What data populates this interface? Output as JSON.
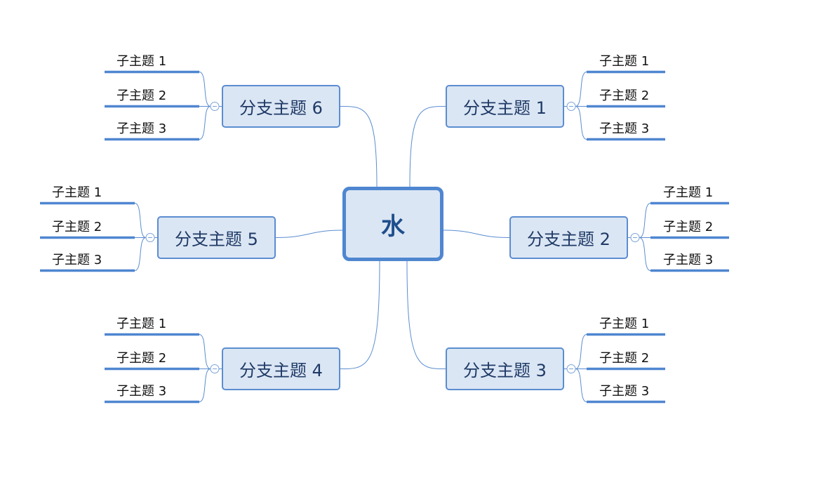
{
  "central_topic": "水",
  "branches": [
    {
      "label": "分支主题 1",
      "children": [
        "子主题 1",
        "子主题 2",
        "子主题 3"
      ]
    },
    {
      "label": "分支主题 2",
      "children": [
        "子主题 1",
        "子主题 2",
        "子主题 3"
      ]
    },
    {
      "label": "分支主题 3",
      "children": [
        "子主题 1",
        "子主题 2",
        "子主题 3"
      ]
    },
    {
      "label": "分支主题 4",
      "children": [
        "子主题 1",
        "子主题 2",
        "子主题 3"
      ]
    },
    {
      "label": "分支主题 5",
      "children": [
        "子主题 1",
        "子主题 2",
        "子主题 3"
      ]
    },
    {
      "label": "分支主题 6",
      "children": [
        "子主题 1",
        "子主题 2",
        "子主题 3"
      ]
    }
  ],
  "colors": {
    "accent": "#4f86d0",
    "node_fill": "#dbe6f4",
    "text": "#1f3a66"
  }
}
